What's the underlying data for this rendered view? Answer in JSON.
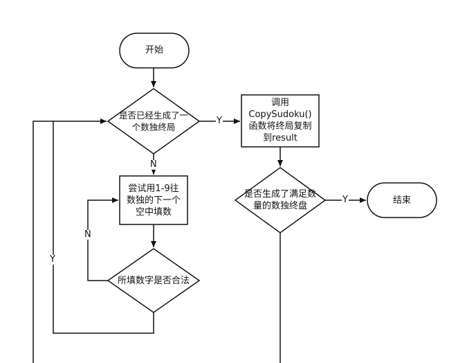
{
  "nodes": {
    "start": {
      "label": "开始"
    },
    "check_generated": {
      "line1": "是否已经生成了一",
      "line2": "个数独终局"
    },
    "try_fill": {
      "line1": "尝试用1-9往",
      "line2": "数独的下一个",
      "line3": "空中填数"
    },
    "check_valid": {
      "label": "所填数字是否合法"
    },
    "copy": {
      "line1": "调用",
      "line2": "CopySudoku()",
      "line3": "函数将终局复制",
      "line4": "到result"
    },
    "check_enough": {
      "line1": "是否生成了满足数",
      "line2": "量的数独终盘"
    },
    "end": {
      "label": "结束"
    }
  },
  "edges": {
    "generated_yes": "Y",
    "generated_no": "N",
    "valid_no": "N",
    "valid_yes": "Y",
    "enough_yes": "Y"
  }
}
